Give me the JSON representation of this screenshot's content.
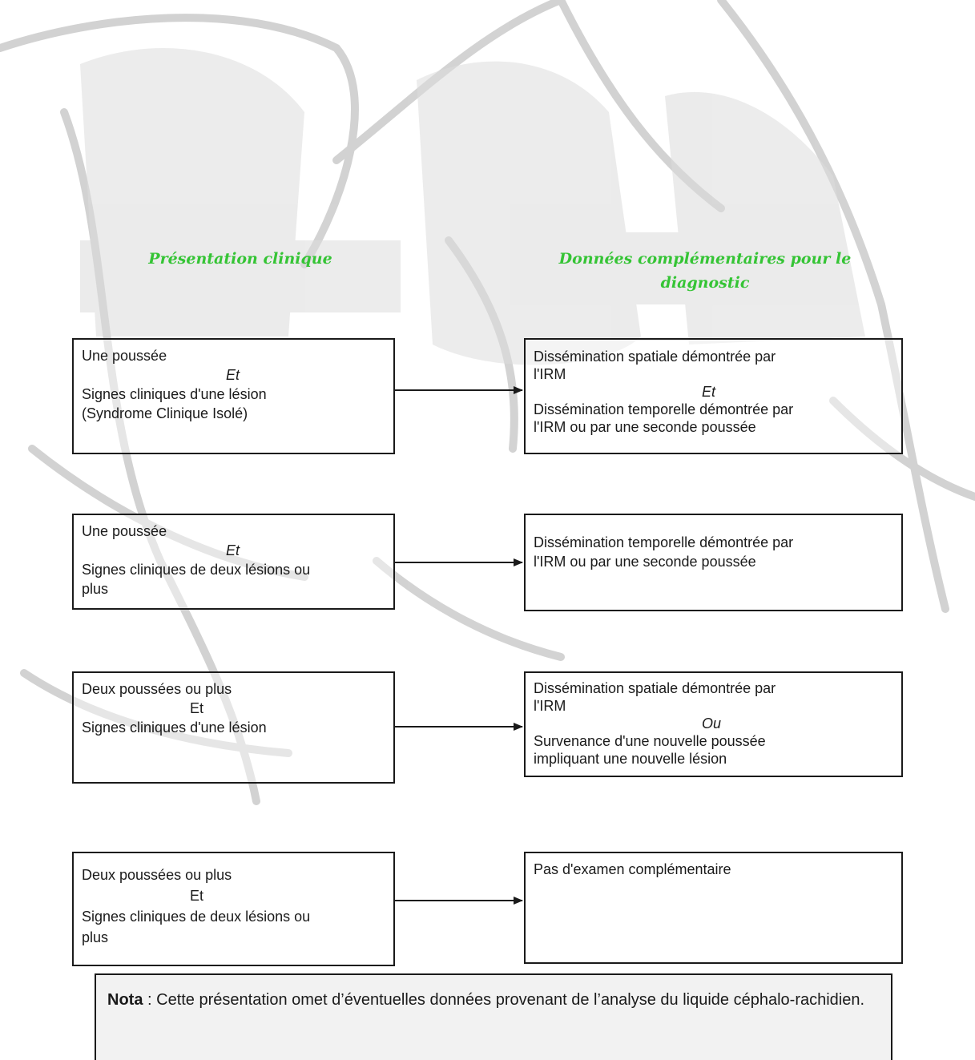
{
  "headers": {
    "left": "Présentation clinique",
    "right_line1": "Données complémentaires pour le",
    "right_line2": "diagnostic"
  },
  "rows": [
    {
      "left": {
        "line1": "Une poussée",
        "conj": "Et",
        "line2": "Signes cliniques d'une lésion",
        "line3": "(Syndrome Clinique Isolé)"
      },
      "right": {
        "line1": "Dissémination spatiale démontrée par",
        "line2": "l'IRM",
        "conj": "Et",
        "line3": "Dissémination temporelle démontrée par",
        "line4": "l'IRM ou par une seconde  poussée"
      }
    },
    {
      "left": {
        "line1": "Une poussée",
        "conj": "Et",
        "line2": "Signes cliniques de deux lésions ou",
        "line3": "plus"
      },
      "right": {
        "line1": "Dissémination temporelle démontrée par",
        "line2": "l'IRM ou par une seconde  poussée"
      }
    },
    {
      "left": {
        "line1": "Deux  poussées ou plus",
        "conj": "Et",
        "line2": "Signes cliniques d'une lésion"
      },
      "right": {
        "line1": "Dissémination spatiale démontrée par",
        "line2": "l'IRM",
        "conj": "Ou",
        "line3": "Survenance d'une nouvelle  poussée",
        "line4": "impliquant une nouvelle lésion"
      }
    },
    {
      "left": {
        "line1": "Deux poussées ou plus",
        "conj": "Et",
        "line2": "Signes cliniques de deux lésions ou",
        "line3": "plus"
      },
      "right": {
        "line1": "Pas d'examen complémentaire"
      }
    }
  ],
  "nota": {
    "label": "Nota",
    "text": " : Cette présentation omet d’éventuelles données provenant de l’analyse du liquide céphalo-rachidien."
  }
}
